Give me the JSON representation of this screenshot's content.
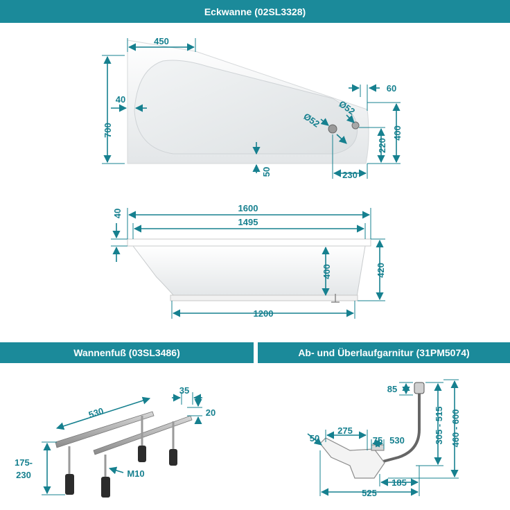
{
  "headers": {
    "tub": "Eckwanne (02SL3328)",
    "foot": "Wannenfuß (03SL3486)",
    "drain": "Ab- und Überlaufgarnitur (31PM5074)"
  },
  "top_view": {
    "width_top": "450",
    "depth": "700",
    "rim_left": "40",
    "rim_bottom": "50",
    "corner_60": "60",
    "height_400": "400",
    "height_220": "220",
    "width_230": "230",
    "dia1": "Ø52",
    "dia2": "Ø52"
  },
  "side_view": {
    "rim_height": "40",
    "length_total": "1600",
    "length_inner": "1495",
    "depth_inner": "400",
    "height_total": "420",
    "bottom_length": "1200"
  },
  "foot_view": {
    "length": "530",
    "width": "35",
    "height_profile": "20",
    "height_range": "175-\n230",
    "height_range_l1": "175-",
    "height_range_l2": "230",
    "thread": "M10"
  },
  "drain_view": {
    "top_85": "85",
    "range_305_515": "305 - 515",
    "range_460_600": "460 - 600",
    "d_50": "50",
    "d_275": "275",
    "d_75": "75",
    "d_530": "530",
    "d_185": "185",
    "d_525": "525"
  }
}
